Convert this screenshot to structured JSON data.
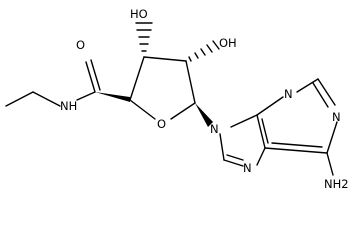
{
  "atoms": {
    "nh_amide": "NH",
    "o_carbonyl": "O",
    "o_ring": "O",
    "oh_3": "HO",
    "oh_2": "OH",
    "n9": "N",
    "n3": "N",
    "n1": "N",
    "n7": "N",
    "nh2": "NH2"
  },
  "colors": {
    "ink": "#000000",
    "background": "#ffffff"
  }
}
